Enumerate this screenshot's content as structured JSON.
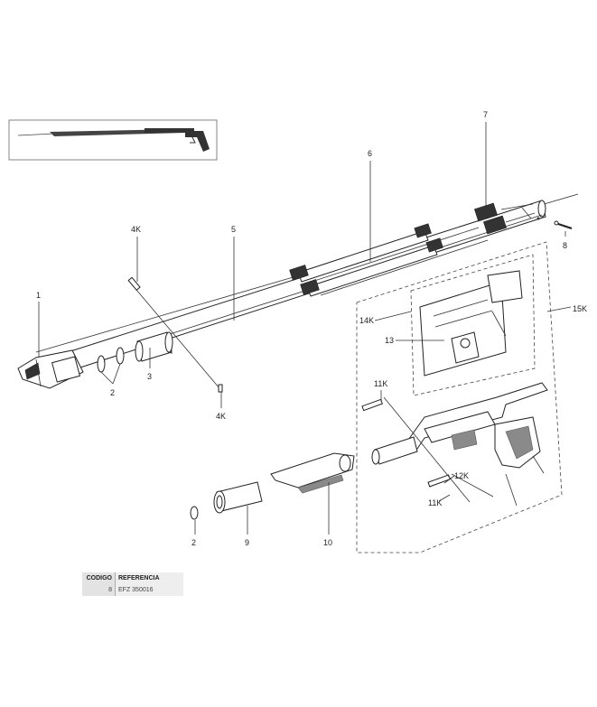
{
  "thumbnail": {
    "alt_icon": "speargun-thumbnail-icon"
  },
  "labels": {
    "l1": "1",
    "l2a": "2",
    "l2b": "2",
    "l3": "3",
    "l4k_top": "4K",
    "l4k_bottom": "4K",
    "l5": "5",
    "l6": "6",
    "l7": "7",
    "l8": "8",
    "l9": "9",
    "l10": "10",
    "l11k_top": "11K",
    "l11k_bottom": "11K",
    "l12k": "12K",
    "l13": "13",
    "l14k": "14K",
    "l15k": "15K"
  },
  "reference_table": {
    "header_code": "CODIGO",
    "header_reference": "REFERENCIA",
    "code": "8",
    "reference": "EFZ 350016"
  },
  "colors": {
    "line": "#222222",
    "rubber": "#333333",
    "table_bg": "#e3e3e3"
  }
}
